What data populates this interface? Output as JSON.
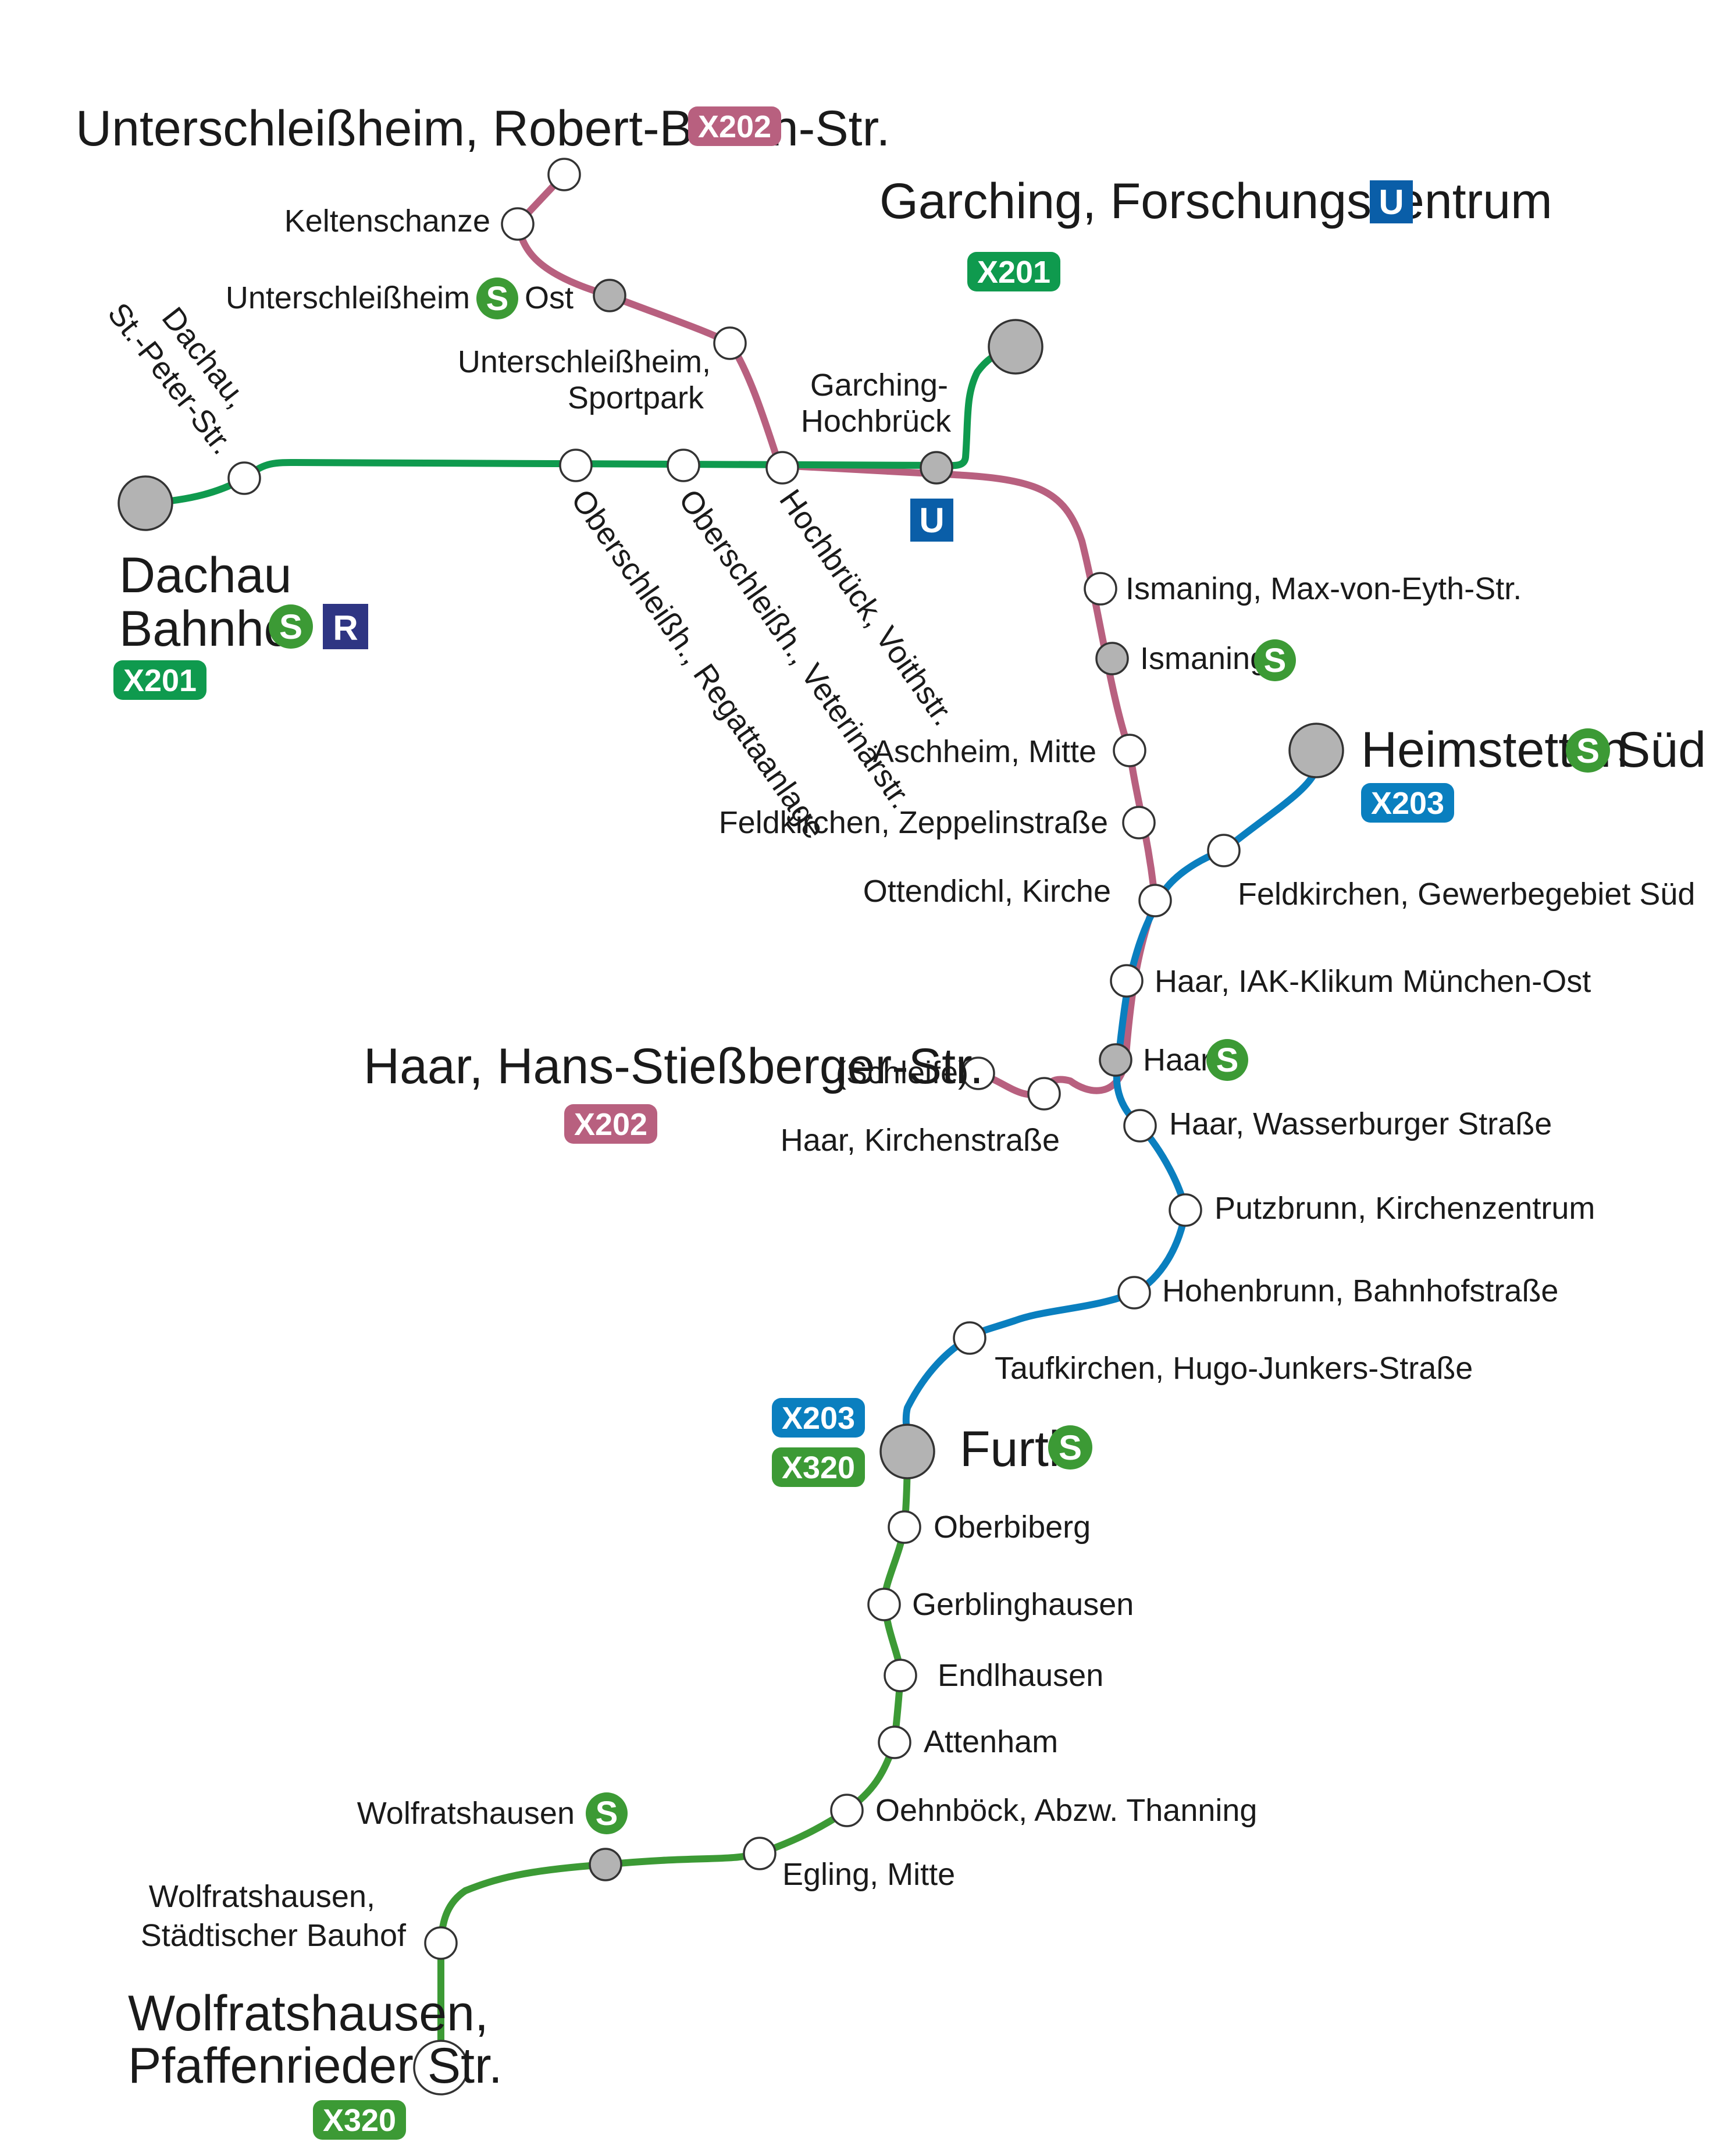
{
  "colors": {
    "x201": "#0f9a4e",
    "x202": "#b8607f",
    "x203": "#0a7fbf",
    "x320": "#3c9a35",
    "sbahn": "#3c9a35",
    "ubahn": "#0a5ea8",
    "regio": "#2e3583",
    "interchange_stop": "#b3b3b3"
  },
  "lines": [
    {
      "id": "x201",
      "label": "X201"
    },
    {
      "id": "x202",
      "label": "X202"
    },
    {
      "id": "x203",
      "label": "X203"
    },
    {
      "id": "x320",
      "label": "X320"
    }
  ],
  "icons": {
    "sbahn": "S",
    "ubahn": "U",
    "regio": "R"
  },
  "terminals": {
    "unterschleissheim": "Unterschleißheim, Robert-Bosch-Str.",
    "garching": "Garching, Forschungszentrum",
    "dachau_1": "Dachau",
    "dachau_2": "Bahnhof",
    "heimstetten_1": "Heimstetten",
    "heimstetten_2": "Süd",
    "haar_loop": "Haar, Hans-Stießberger-Str.",
    "haar_loop_note": "(Schleife)",
    "furth": "Furth",
    "wolfratshausen_1": "Wolfratshausen,",
    "wolfratshausen_2": "Pfaffenrieder Str."
  },
  "stops": {
    "keltenschanze": "Keltenschanze",
    "ush_ost_a": "Unterschleißheim",
    "ush_ost_b": "Ost",
    "ush_sport_1": "Unterschleißheim,",
    "ush_sport_2": "Sportpark",
    "garching_hb_1": "Garching-",
    "garching_hb_2": "Hochbrück",
    "dachau_st_1": "Dachau,",
    "dachau_st_2": "St.-Peter-Str.",
    "regatta": "Oberschleißh., Regattaanlage",
    "veterinaer": "Oberschleißh., Veterinärstr.",
    "voithstr": "Hochbrück, Voithstr.",
    "ismaning_mve": "Ismaning, Max-von-Eyth-Str.",
    "ismaning": "Ismaning",
    "aschheim": "Aschheim, Mitte",
    "feldkirchen_zepp": "Feldkirchen, Zeppelinstraße",
    "ottendichl": "Ottendichl, Kirche",
    "feldkirchen_gew": "Feldkirchen, Gewerbegebiet Süd",
    "haar_iak": "Haar, IAK-Klikum München-Ost",
    "haar": "Haar",
    "haar_kirchen": "Haar, Kirchenstraße",
    "haar_wasser": "Haar, Wasserburger Straße",
    "putzbrunn": "Putzbrunn, Kirchenzentrum",
    "hohenbrunn": "Hohenbrunn, Bahnhofstraße",
    "taufkirchen": "Taufkirchen, Hugo-Junkers-Straße",
    "oberbiberg": "Oberbiberg",
    "gerblinghausen": "Gerblinghausen",
    "endlhausen": "Endlhausen",
    "attenham": "Attenham",
    "oehnboeck": "Oehnböck, Abzw. Thanning",
    "egling": "Egling, Mitte",
    "wolfratshausen": "Wolfratshausen",
    "wolf_bauhof_1": "Wolfratshausen,",
    "wolf_bauhof_2": "Städtischer Bauhof"
  }
}
